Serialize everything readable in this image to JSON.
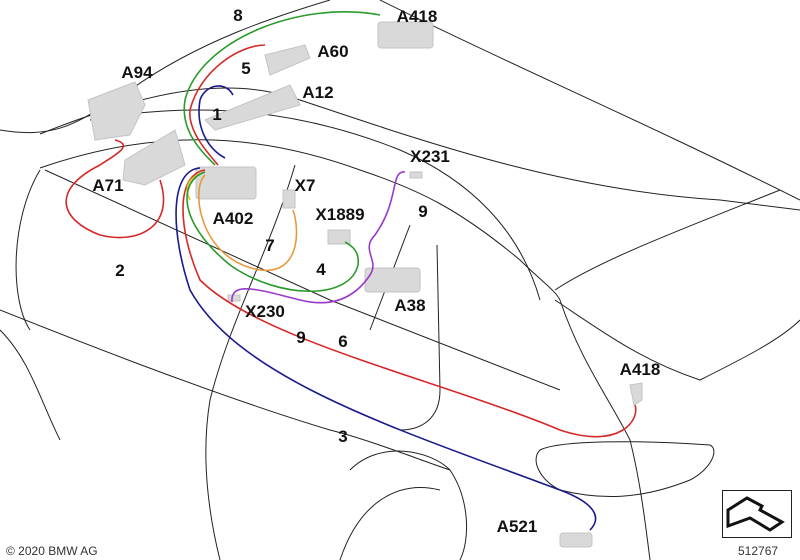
{
  "labels": {
    "p8": "8",
    "A418_top": "A418",
    "A60": "A60",
    "p5": "5",
    "A94": "A94",
    "A12": "A12",
    "p1": "1",
    "X231": "X231",
    "A71": "A71",
    "X7": "X7",
    "A402": "A402",
    "X1889": "X1889",
    "p9_top": "9",
    "p7": "7",
    "p2": "2",
    "p4": "4",
    "A38": "A38",
    "X230": "X230",
    "p9_bottom": "9",
    "p6": "6",
    "A418_rear": "A418",
    "p3": "3",
    "A521": "A521"
  },
  "footer": {
    "copyright": "© 2020 BMW AG",
    "diagram_number": "512767"
  },
  "colors": {
    "red": "#d62828",
    "blue": "#1a1a8c",
    "green": "#2a9a2a",
    "orange": "#e89a3a",
    "purple": "#9a3ac8",
    "yellow": "#d8c820"
  }
}
